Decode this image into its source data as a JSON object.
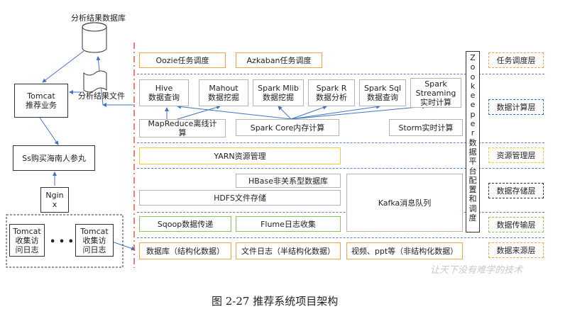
{
  "left": {
    "db_label": "分析结果数据库",
    "file_label": "分析结果文件",
    "tomcat_service": "Tomcat\n推荐业务",
    "site": "Ss购买海南人参丸",
    "nginx": "Ngin\nx",
    "tomcat_log_a": "Tomcat\n收集访\n问日志",
    "ellipsis": "• • •",
    "tomcat_log_b": "Tomcat\n收集访\n问日志"
  },
  "layers": {
    "scheduling": {
      "oozie": "Oozie任务调度",
      "azkaban": "Azkaban任务调度"
    },
    "compute": {
      "hive": "Hive\n数据查询",
      "mahout": "Mahout\n数据挖掘",
      "mllib": "Spark Mlib\n数据挖掘",
      "sparkr": "Spark R\n数据分析",
      "sparksql": "Spark Sql\n数据查询",
      "streaming": "Spark\nStreaming\n实时计算",
      "mapreduce": "MapReduce离线计\n算",
      "sparkcore": "Spark Core内存计算",
      "storm": "Storm实时计算"
    },
    "resource": {
      "yarn": "YARN资源管理"
    },
    "storage": {
      "hbase": "HBase非关系型数据库",
      "hdfs": "HDFS文件存储",
      "kafka": "Kafka消息队列"
    },
    "transfer": {
      "sqoop": "Sqoop数据传递",
      "flume": "Flume日志收集"
    },
    "source": {
      "db": "数据库（结构化数据）",
      "file": "文件日志（半结构化数据）",
      "video": "视频、ppt等（非结构化数据）"
    }
  },
  "zookeeper": [
    "Z",
    "o",
    "o",
    "k",
    "e",
    "e",
    "p",
    "e",
    "r",
    "数",
    "据",
    "平",
    "台",
    "配",
    "置",
    "和",
    "调",
    "度"
  ],
  "right_labels": {
    "scheduling": "任务调度层",
    "compute": "数据计算层",
    "resource": "资源管理层",
    "storage": "数据存储层",
    "transfer": "数据传输层",
    "source": "数据来源层"
  },
  "watermark": "让天下没有难学的技术",
  "caption": "图 2-27  推荐系统项目架构"
}
